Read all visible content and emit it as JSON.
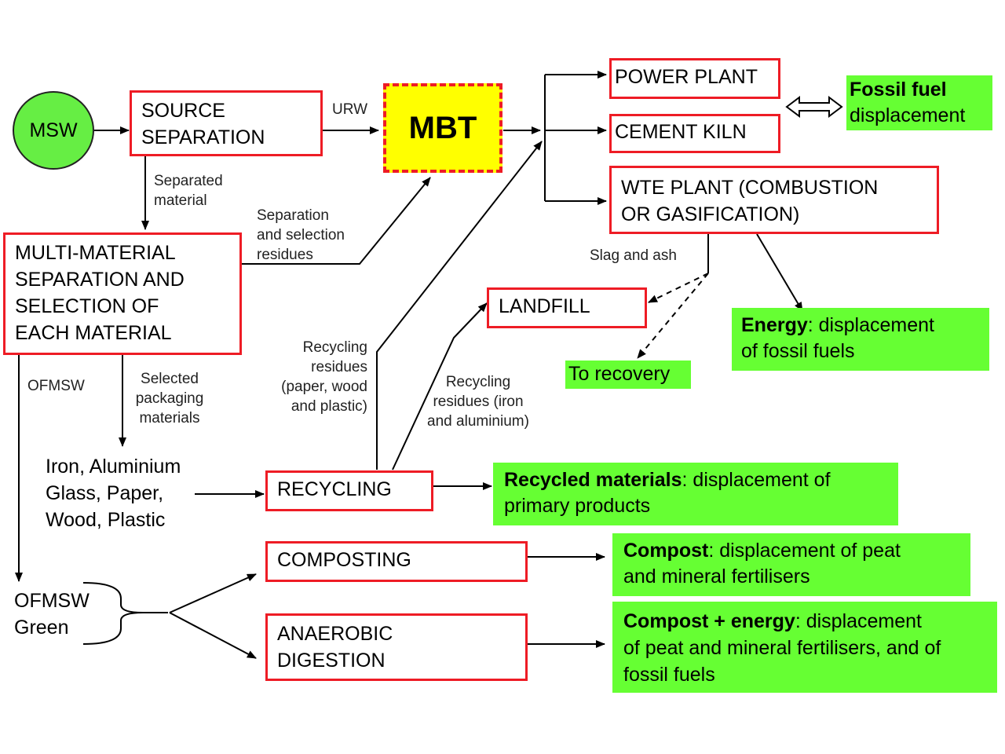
{
  "nodes": {
    "msw": "MSW",
    "source_separation": [
      "SOURCE",
      "SEPARATION"
    ],
    "mbt": "MBT",
    "power_plant": "POWER PLANT",
    "cement_kiln": "CEMENT KILN",
    "wte_plant": [
      "WTE PLANT (COMBUSTION",
      "OR GASIFICATION)"
    ],
    "multi_material": [
      "MULTI-MATERIAL",
      "SEPARATION AND",
      "SELECTION OF",
      "EACH MATERIAL"
    ],
    "landfill": "LANDFILL",
    "recycling": "RECYCLING",
    "composting": "COMPOSTING",
    "anaerobic_digestion": [
      "ANAEROBIC",
      "DIGESTION"
    ],
    "materials_list": [
      "Iron, Aluminium",
      "Glass, Paper,",
      "Wood, Plastic"
    ],
    "ofmsw_green": [
      "OFMSW",
      "Green"
    ]
  },
  "outcomes": {
    "fossil_fuel": {
      "bold": "Fossil fuel",
      "rest": "displacement"
    },
    "energy": {
      "bold": "Energy",
      "rest1": ": displacement",
      "line2": "of fossil fuels"
    },
    "to_recovery": "To recovery",
    "recycled": {
      "bold": "Recycled materials",
      "rest1": ": displacement of",
      "line2": "primary products"
    },
    "compost": {
      "bold": "Compost",
      "rest1": ": displacement of peat",
      "line2": "and mineral fertilisers"
    },
    "compost_energy": {
      "bold": "Compost + energy",
      "rest1": ": displacement",
      "line2": "of peat and mineral fertilisers, and of",
      "line3": "fossil fuels"
    }
  },
  "labels": {
    "urw": "URW",
    "separated_material": [
      "Separated",
      "material"
    ],
    "separation_residues": [
      "Separation",
      "and selection",
      "residues"
    ],
    "slag_ash": "Slag and ash",
    "ofmsw": "OFMSW",
    "selected_packaging": [
      "Selected",
      "packaging",
      "materials"
    ],
    "recycling_residues_paper": [
      "Recycling",
      "residues",
      "(paper, wood",
      "and plastic)"
    ],
    "recycling_residues_iron": [
      "Recycling",
      "residues (iron",
      "and aluminium)"
    ]
  },
  "colors": {
    "box_border": "#ee1c25",
    "outcome_fill": "#66ff33",
    "mbt_fill": "#ffff00",
    "msw_fill": "#66ee44"
  }
}
